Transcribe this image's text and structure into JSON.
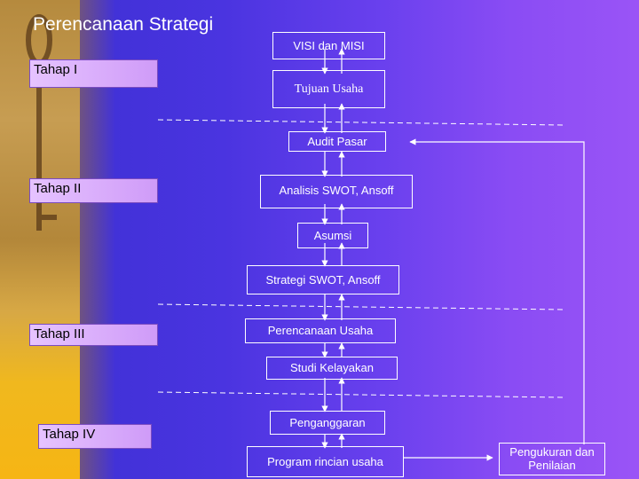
{
  "title": "Perencanaan Strategi",
  "stages": [
    "Tahap I",
    "Tahap II",
    "Tahap III",
    "Tahap IV"
  ],
  "nodes": {
    "visi_misi": "VISI dan MISI",
    "tujuan_usaha": "Tujuan Usaha",
    "audit_pasar": "Audit Pasar",
    "analisis": "Analisis SWOT, Ansoff",
    "asumsi": "Asumsi",
    "strategi": "Strategi  SWOT, Ansoff",
    "perencanaan_usaha": "Perencanaan Usaha",
    "studi_kelayakan": "Studi   Kelayakan",
    "penganggaran": "Penganggaran",
    "program": "Program rincian usaha",
    "pengukuran": "Pengukuran dan Penilaian"
  },
  "colors": {
    "background": "#4a34e0",
    "stage_label": "#d9aaff",
    "box_border": "#ffffff",
    "text": "#ffffff"
  }
}
